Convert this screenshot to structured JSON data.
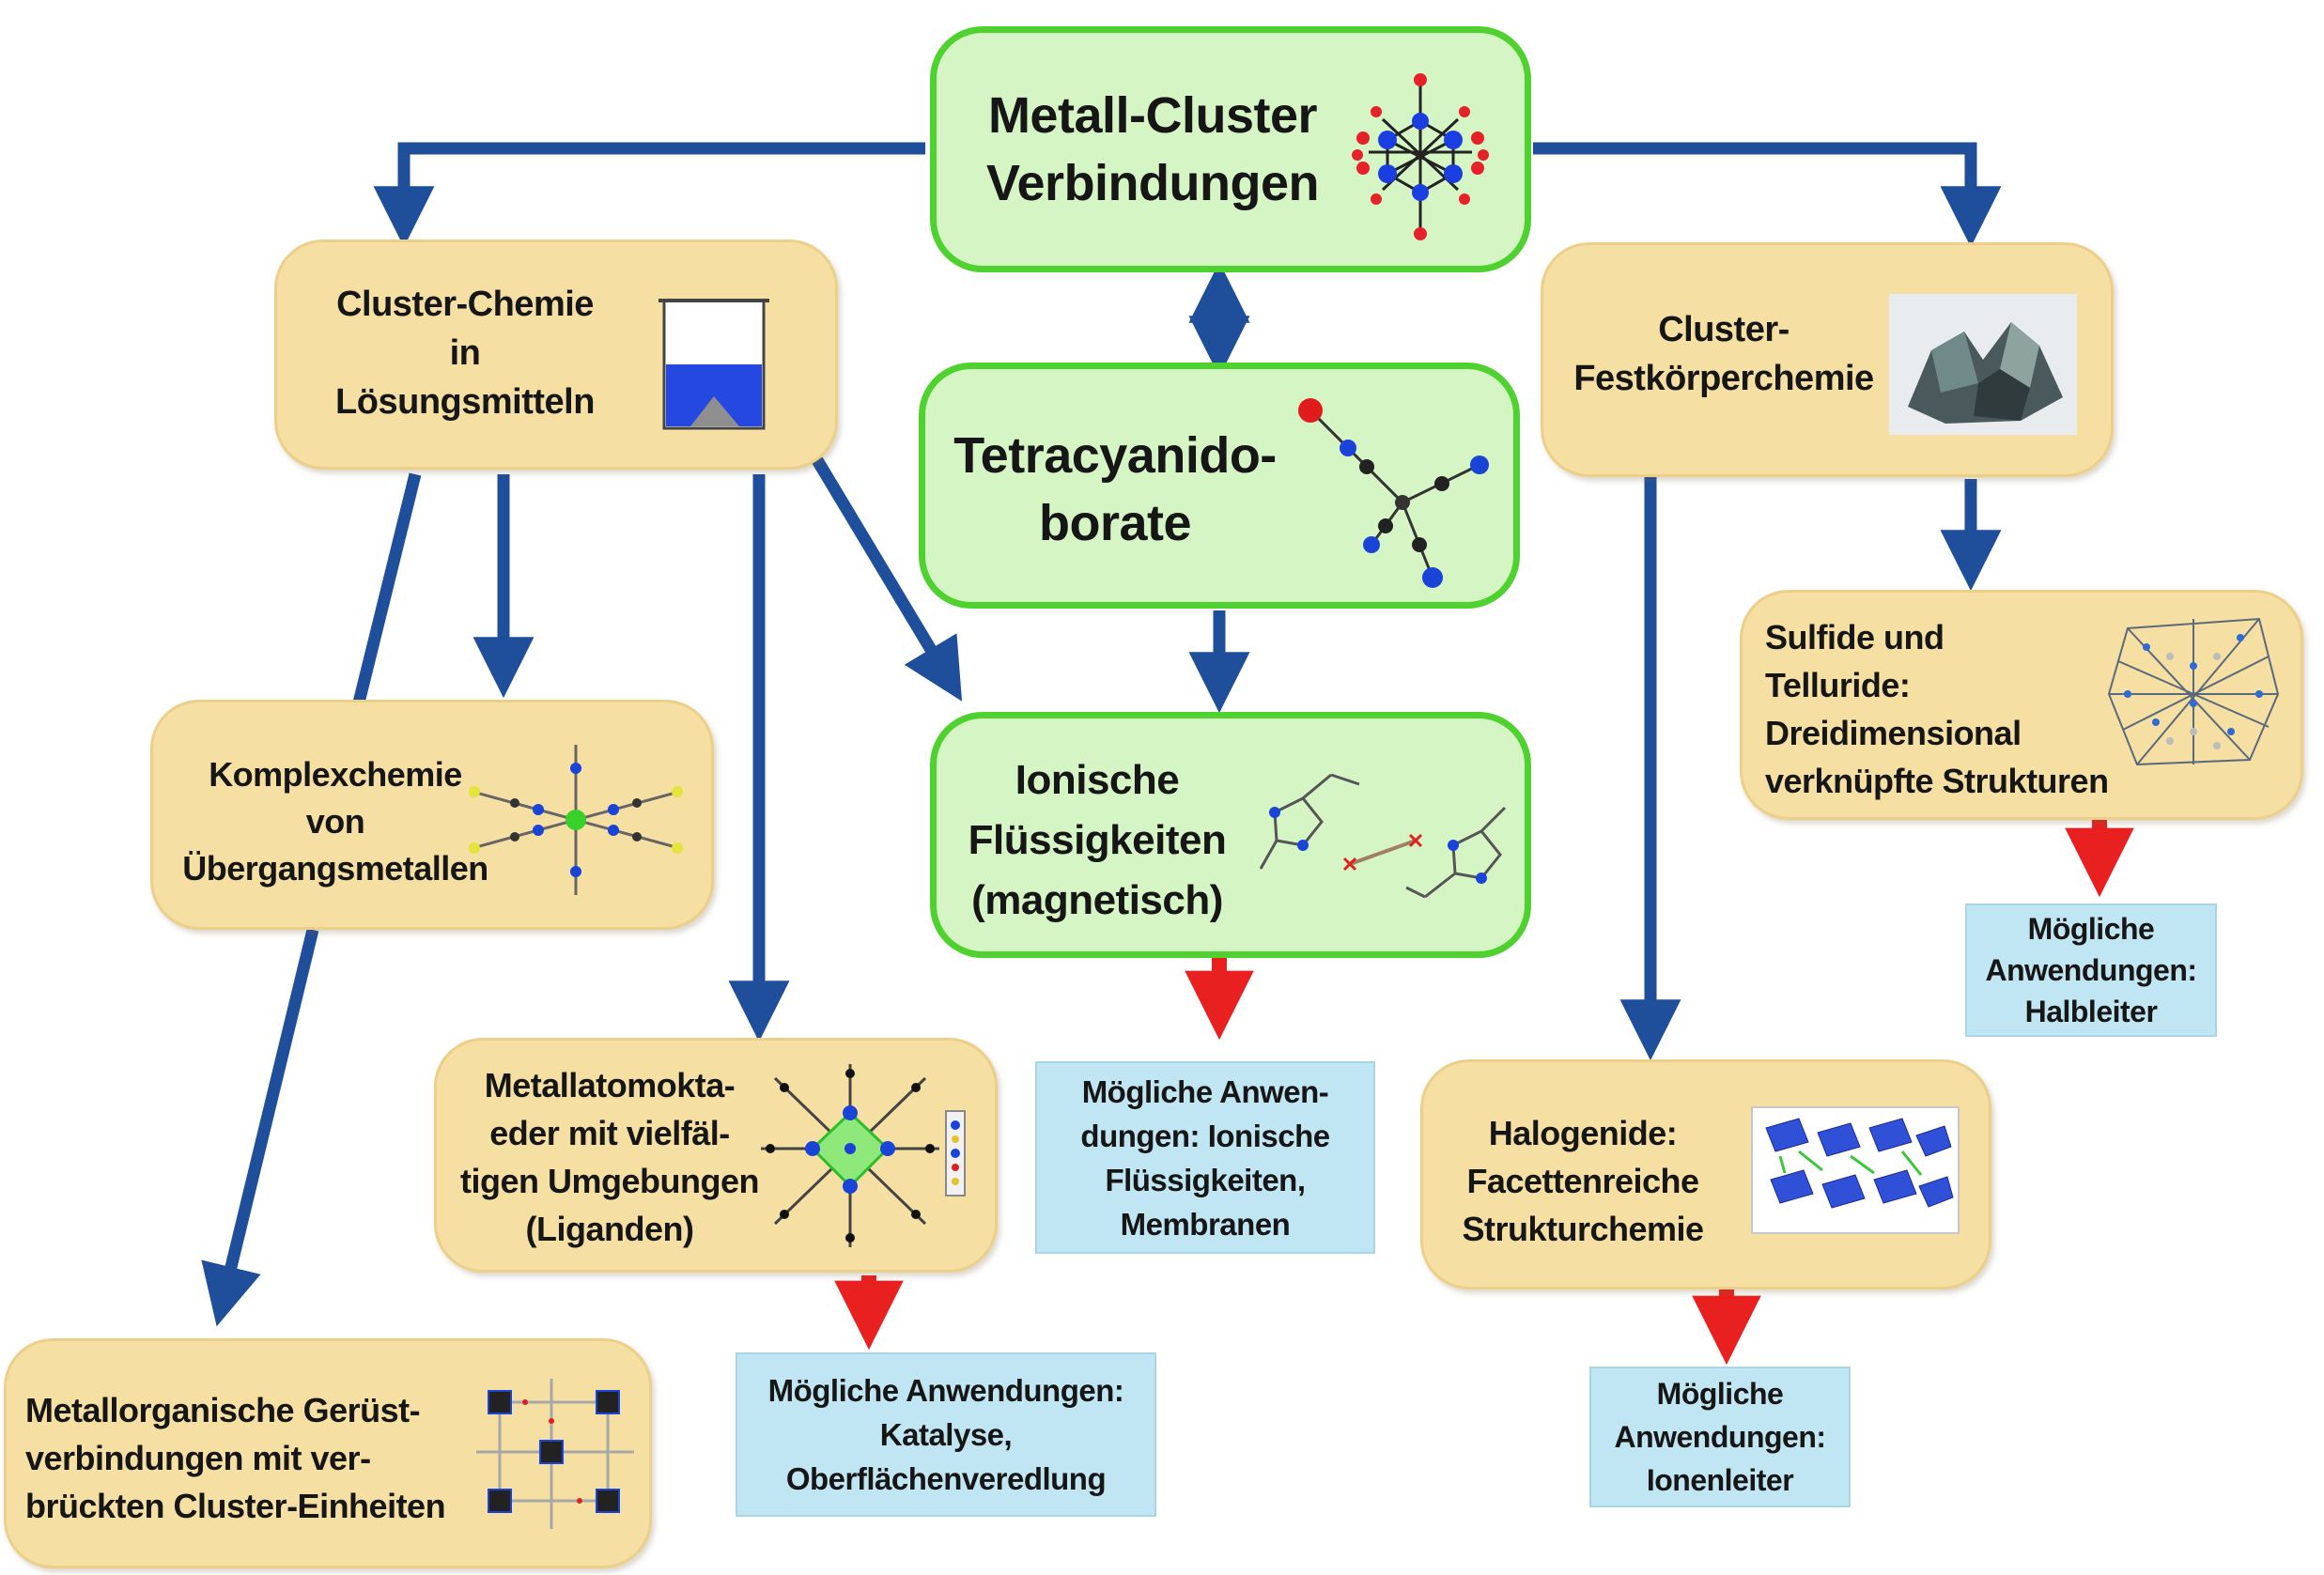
{
  "nodes": {
    "metal_cluster": "Metall-Cluster\nVerbindungen",
    "solution_chemistry": "Cluster-Chemie\nin\nLösungsmitteln",
    "tetracyanidoborate": "Tetracyanido-\nborate",
    "solid_state": "Cluster-\nFestkörperchemie",
    "complex_chemistry": "Komplexchemie\nvon\nÜbergangsmetallen",
    "ionic_liquids": "Ionische\nFlüssigkeiten\n(magnetisch)",
    "sulfides": "Sulfide und\nTelluride:\nDreidimensional\nverknüpfte Strukturen",
    "metallatom": "Metallatomokta-\neder mit  vielfäl-\ntigen Umgebungen\n(Liganden)",
    "halides": "Halogenide:\nFacettenreiche\nStrukturchemie",
    "mof": "Metallorganische Gerüst-\nverbindungen mit ver-\nbrückten Cluster-Einheiten"
  },
  "applications": {
    "ionic": "Mögliche Anwen-\ndungen: Ionische\nFlüssigkeiten,\nMembranen",
    "semiconductor": "Mögliche\nAnwendungen:\nHalbleiter",
    "catalysis": "Mögliche Anwendungen:\nKatalyse,\nOberflächenveredlung",
    "ion_conductor": "Mögliche\nAnwendungen:\nIonenleiter"
  },
  "colors": {
    "arrow_blue": "#1f4e9b",
    "arrow_red": "#e8201f",
    "green_border": "#4fd22f",
    "green_fill": "#d6f5c4",
    "tan_fill": "#f5dfa3",
    "app_fill": "#bfe6f2"
  },
  "icons": {
    "metal_cluster": "octahedral-cluster-molecule-icon",
    "solution_chemistry": "beaker-with-solution-icon",
    "tetracyanidoborate": "tetracyanidoborate-molecule-icon",
    "solid_state": "crystal-sample-icon",
    "complex_chemistry": "octahedral-complex-icon",
    "ionic_liquids": "imidazolium-ion-pair-icon",
    "sulfides": "3d-network-structure-icon",
    "metallatom": "ligated-cluster-icon",
    "halides": "halide-crystal-structure-icon",
    "mof": "framework-lattice-icon"
  }
}
